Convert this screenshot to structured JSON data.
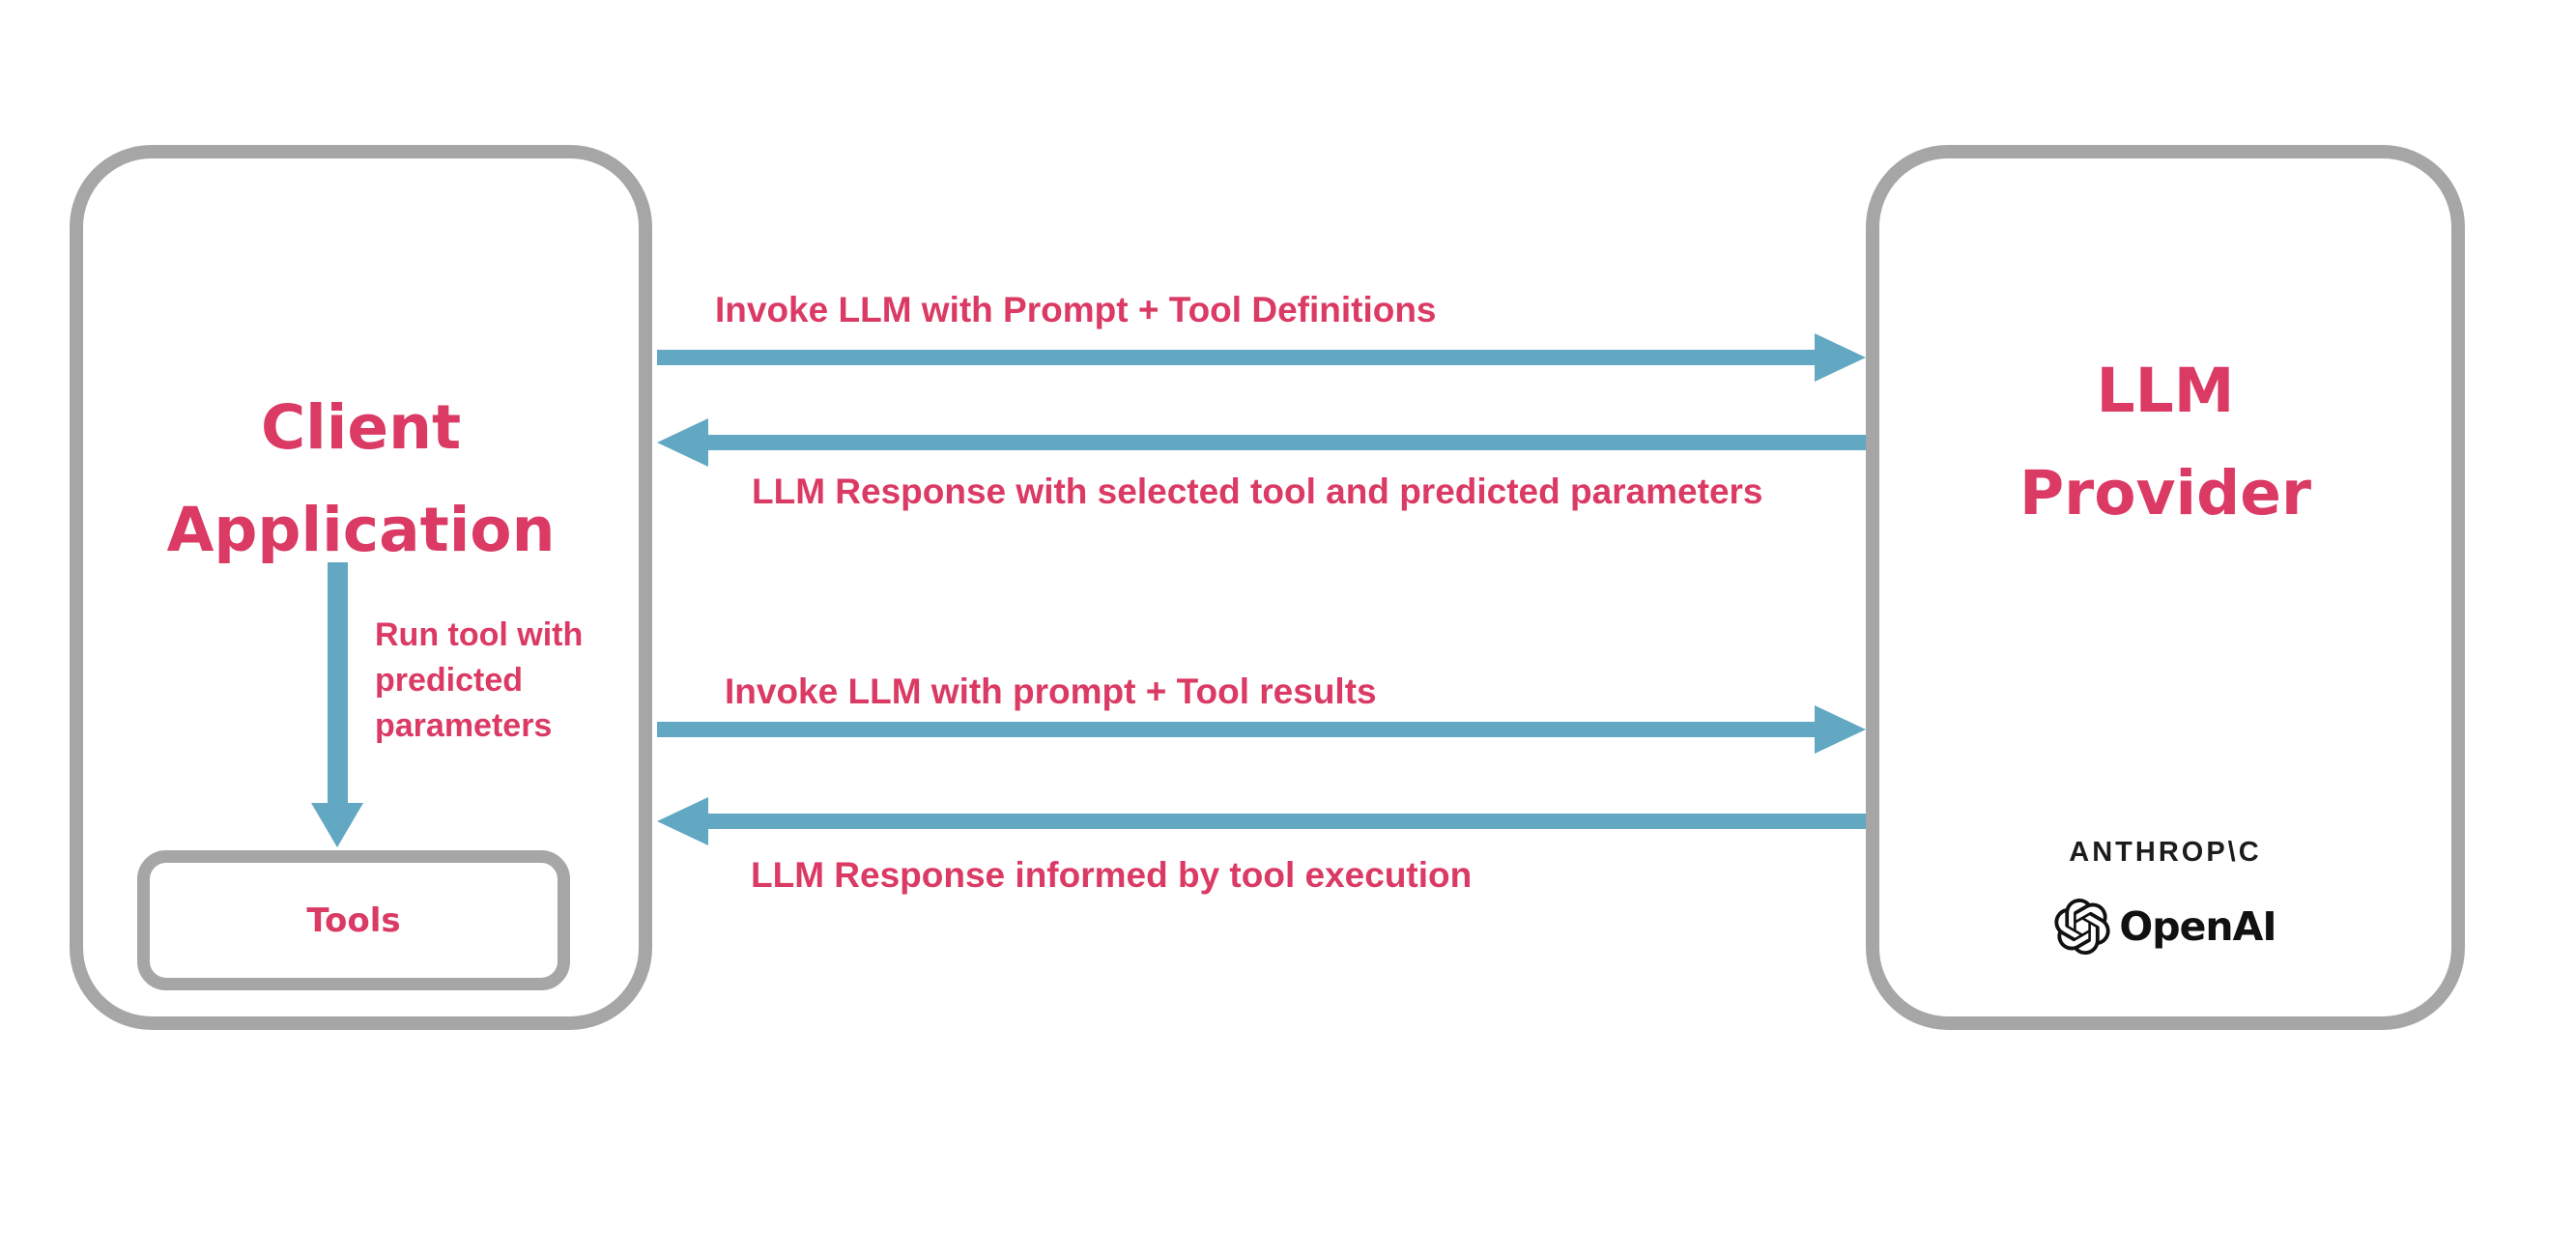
{
  "diagram": {
    "client_box": {
      "title_line1": "Client",
      "title_line2": "Application"
    },
    "run_tool_label": {
      "line1": "Run tool with",
      "line2": "predicted",
      "line3": "parameters"
    },
    "tools_box": {
      "label": "Tools"
    },
    "llm_box": {
      "title_line1": "LLM",
      "title_line2": "Provider"
    },
    "providers": {
      "anthropic_wordmark": "ANTHROP\\C",
      "openai_wordmark": "OpenAI"
    },
    "flows": [
      {
        "label": "Invoke LLM with Prompt + Tool Definitions",
        "direction": "right"
      },
      {
        "label": "LLM Response with selected tool and predicted parameters",
        "direction": "left"
      },
      {
        "label": "Invoke LLM with prompt + Tool results",
        "direction": "right"
      },
      {
        "label": "LLM Response informed by tool execution",
        "direction": "left"
      }
    ],
    "colors": {
      "accent_pink": "#DA3A63",
      "arrow_blue": "#62A8C3",
      "border_gray": "#A6A6A6",
      "logo_black": "#1C1C1C"
    }
  }
}
